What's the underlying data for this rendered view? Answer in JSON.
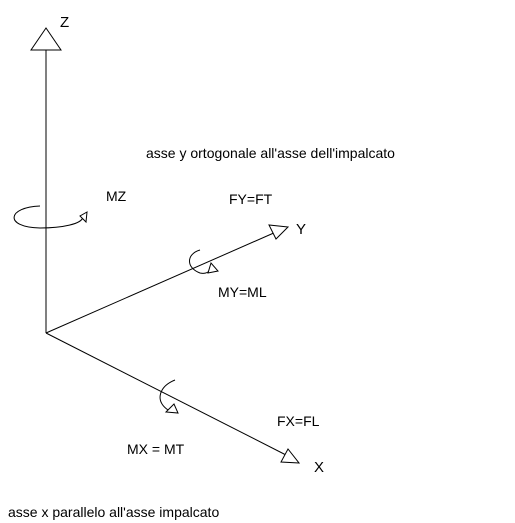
{
  "axes": {
    "z_label": "Z",
    "y_label": "Y",
    "x_label": "X"
  },
  "moments": {
    "mz_label": "MZ",
    "my_label": "MY=ML",
    "mx_label": "MX = MT"
  },
  "forces": {
    "fy_label": "FY=FT",
    "fx_label": "FX=FL"
  },
  "notes": {
    "y_axis_note": "asse y ortogonale all'asse dell'impalcato",
    "x_axis_note": "asse x parallelo all'asse impalcato"
  }
}
